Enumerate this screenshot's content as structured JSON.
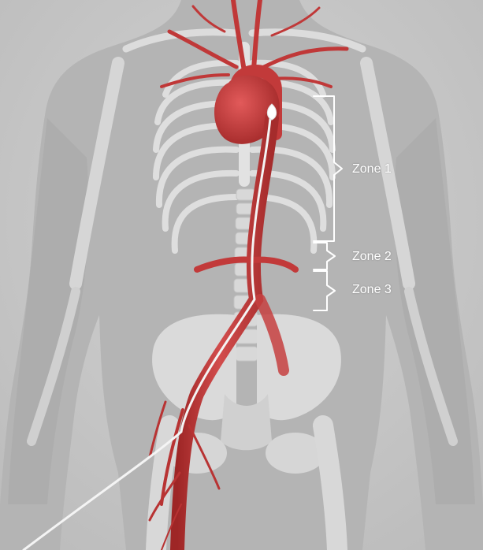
{
  "zones": [
    {
      "label": "Zone 1"
    },
    {
      "label": "Zone 2"
    },
    {
      "label": "Zone 3"
    }
  ],
  "colors": {
    "background": "#c8c8c8",
    "body_silhouette": "#b3b3b3",
    "bone": "#dedede",
    "vessel": "#c23a3a",
    "vessel_highlight": "#e06a6a",
    "catheter": "#f4f4f4",
    "bracket": "#ffffff"
  },
  "icons": {
    "balloon": "balloon-tip-icon"
  }
}
